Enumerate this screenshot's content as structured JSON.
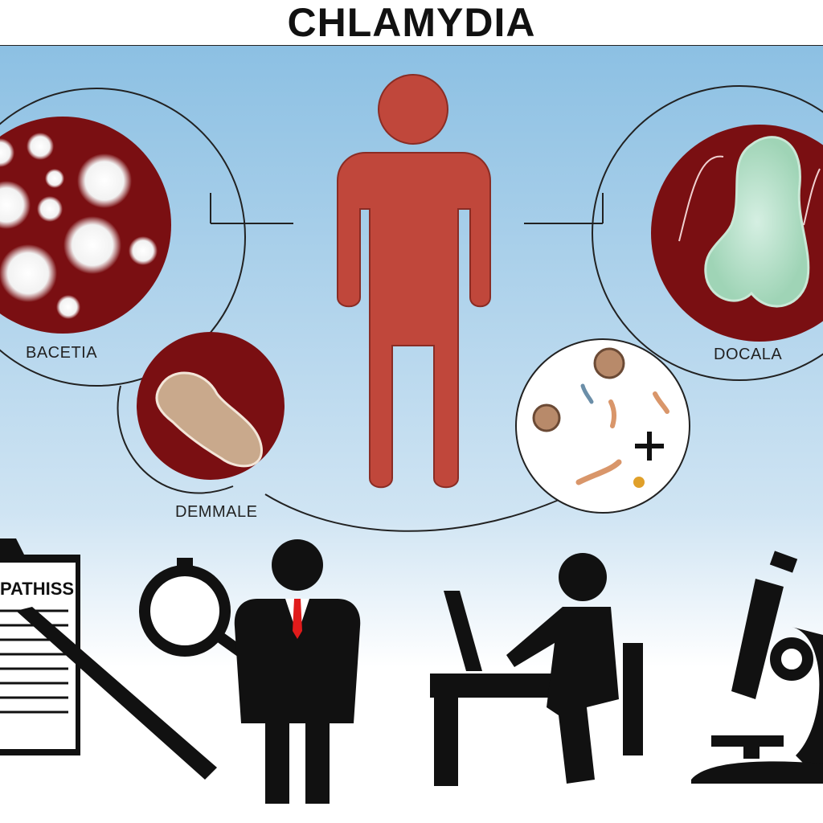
{
  "title": "CHLAMYDIA",
  "labels": {
    "left_circle": "BACETIA",
    "right_circle": "DOCALA",
    "bottom_circle": "DEMMALE",
    "clipboard": "PATHISS"
  },
  "icons": {
    "human": "human-figure-icon",
    "clipboard": "clipboard-icon",
    "pen": "pen-icon",
    "magnifier": "magnifying-glass-icon",
    "doctor": "doctor-icon",
    "laptop_user": "person-at-laptop-icon",
    "microscope": "microscope-icon"
  },
  "colors": {
    "figure_red": "#c0473b",
    "circle_dark_red": "#7a0f12",
    "bg_top": "#8cc0e3",
    "bg_bottom": "#ffffff",
    "tie_red": "#e01b1b"
  }
}
